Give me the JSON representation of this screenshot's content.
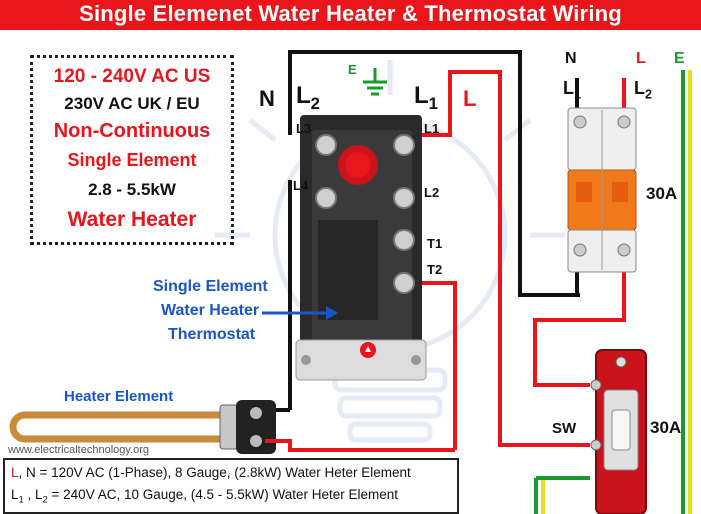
{
  "header": {
    "title": "Single Elemenet Water Heater & Thermostat Wiring"
  },
  "spec_box": {
    "line1": "120 - 240V AC US",
    "line2": "230V AC UK / EU",
    "line3": "Non-Continuous",
    "line4": "Single Element",
    "line5": "2.8 - 5.5kW",
    "line6": "Water Heater"
  },
  "terminals": {
    "n": "N",
    "l2_main": "L",
    "l2_sub": "2",
    "l1_main": "L",
    "l1_sub": "1",
    "e": "E",
    "l_red": "L",
    "l3": "L3",
    "l1": "L1",
    "l4": "L4",
    "l2": "L2",
    "t1": "T1",
    "t2": "T2"
  },
  "breaker": {
    "n": "N",
    "l": "L",
    "e": "E",
    "l1_main": "L",
    "l1_sub": "1",
    "l2_main": "L",
    "l2_sub": "2",
    "rating": "30A"
  },
  "switch": {
    "label": "SW",
    "rating": "30A"
  },
  "annotations": {
    "thermostat_line1": "Single Element",
    "thermostat_line2": "Water Heater",
    "thermostat_line3": "Thermostat",
    "heater_element": "Heater Element",
    "website": "www.electricaltechnology.org"
  },
  "legend": {
    "row1_l": "L",
    "row1_rest": ",  N = 120V AC (1-Phase), 8 Gauge, (2.8kW) Water Heter Element",
    "row2_l1": "L",
    "row2_sub1": "1",
    "row2_l2": " , L",
    "row2_sub2": "2",
    "row2_rest": " = 240V AC, 10 Gauge, (4.5 - 5.5kW) Water Heter Element"
  },
  "colors": {
    "red": "#e8151b",
    "black": "#111111",
    "green": "#1a9a2a",
    "yellow": "#e6e21a",
    "blue": "#1a56c8",
    "orange": "#f07a1a"
  }
}
